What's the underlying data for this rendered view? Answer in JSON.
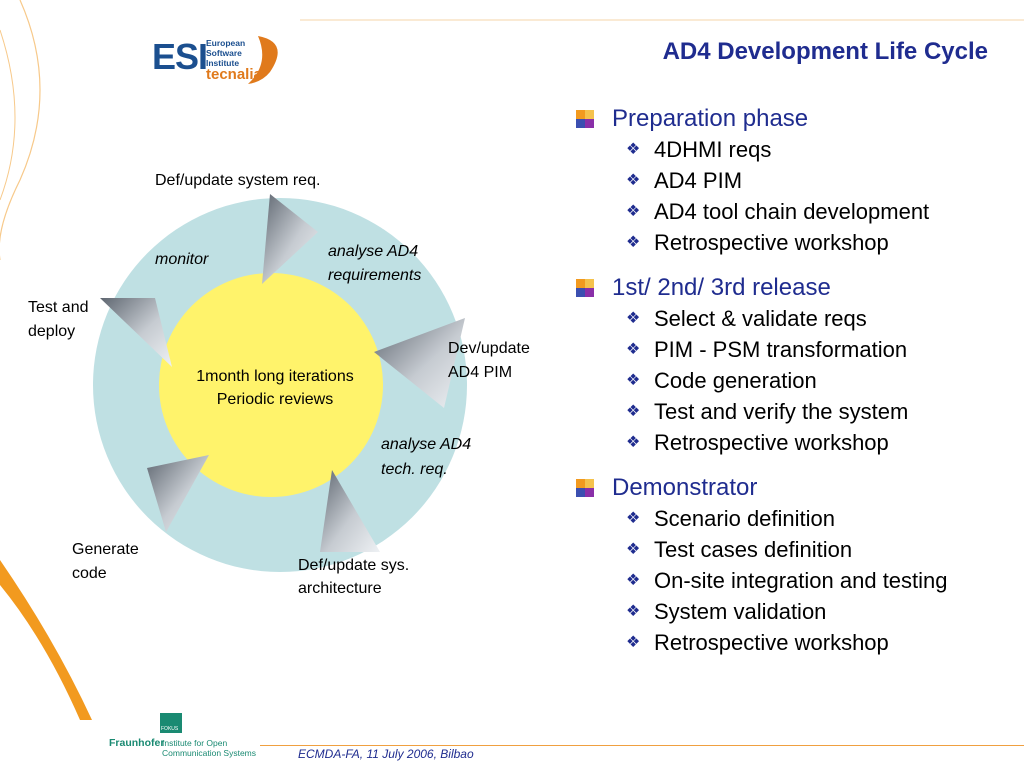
{
  "colors": {
    "title_blue": "#1f2c8f",
    "outer_ring": "#bfe0e3",
    "inner_circle": "#fff36b",
    "arrow_gray": "#8c939c",
    "orange": "#f29a1f",
    "fraunhofer_green": "#1a8a72"
  },
  "header": {
    "title": "AD4 Development Life Cycle",
    "logo": {
      "main": "ESI",
      "sub": "European Software Institute",
      "brand": "tecnalia"
    }
  },
  "diagram": {
    "center_lines": [
      "1month long iterations",
      "Periodic reviews"
    ],
    "labels": {
      "def_update_system_req": "Def/update  system req.",
      "monitor": "monitor",
      "analyse_ad4_req_1": "analyse AD4",
      "analyse_ad4_req_2": "requirements",
      "test_and_deploy_1": "Test and",
      "test_and_deploy_2": "deploy",
      "dev_update_pim_1": "Dev/update",
      "dev_update_pim_2": "AD4 PIM",
      "analyse_tech_req_1": "analyse AD4",
      "analyse_tech_req_2": "tech. req.",
      "generate_code_1": "Generate",
      "generate_code_2": "code",
      "def_update_arch_1": "Def/update sys.",
      "def_update_arch_2": "architecture"
    }
  },
  "outline": {
    "sections": [
      {
        "heading": "Preparation phase",
        "items": [
          "4DHMI reqs",
          "AD4 PIM",
          "AD4 tool chain development",
          "Retrospective workshop"
        ]
      },
      {
        "heading": "1st/ 2nd/ 3rd release",
        "items": [
          "Select & validate reqs",
          "PIM - PSM transformation",
          "Code generation",
          "Test and verify the system",
          "Retrospective workshop"
        ]
      },
      {
        "heading": "Demonstrator",
        "items": [
          "Scenario definition",
          "Test cases definition",
          "On-site integration and testing",
          "System validation",
          "Retrospective workshop"
        ]
      }
    ]
  },
  "footer": {
    "text": "ECMDA-FA, 11 July 2006, Bilbao",
    "fraunhofer_name": "Fraunhofer",
    "fraunhofer_institute": "Institute for Open Communication Systems",
    "fokus_mark": "FOKUS"
  }
}
